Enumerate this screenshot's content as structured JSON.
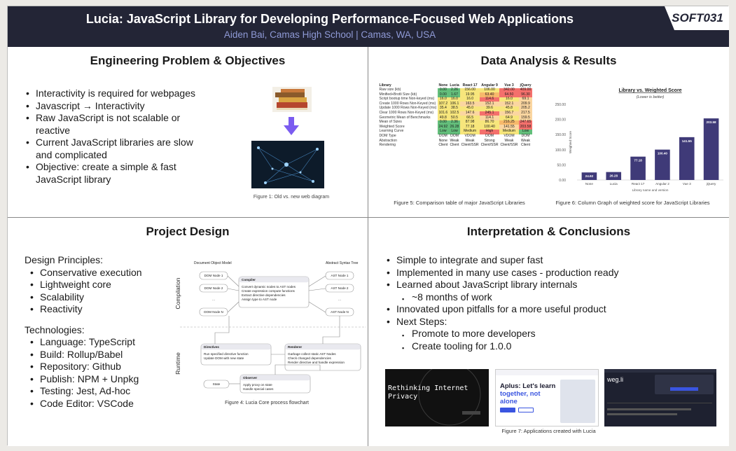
{
  "header": {
    "title": "Lucia: JavaScript Library for Developing Performance-Focused Web Applications",
    "subtitle": "Aiden Bai, Camas High School | Camas, WA, USA",
    "code": "SOFT031"
  },
  "problem": {
    "heading": "Engineering Problem & Objectives",
    "bullets": [
      "Interactivity is required for webpages",
      "Javascript → Interactivity",
      "Raw JavaScript is not scalable or reactive",
      "Current JavaScript libraries are slow and complicated",
      "Objective: create a simple & fast JavaScript library"
    ],
    "figure_caption": "Figure 1: Old vs. new web diagram"
  },
  "results": {
    "heading": "Data Analysis & Results",
    "table": {
      "columns": [
        "Library",
        "None",
        "Lucia",
        "React 17",
        "Angular 9",
        "Vue 3",
        "jQuery"
      ],
      "rows": [
        {
          "label": "Raw size (kb)",
          "cells": [
            "0.00",
            "2.26",
            "156.00",
            "106.00",
            "342.00",
            "409.00"
          ],
          "colors": [
            "g",
            "g",
            "y",
            "y",
            "r",
            "r"
          ]
        },
        {
          "label": "Minified+Brotli Size (kb)",
          "cells": [
            "0.00",
            "1.67",
            "19.95",
            "63.40",
            "64.50",
            "96.30"
          ],
          "colors": [
            "g",
            "g",
            "y",
            "o",
            "r",
            "r"
          ]
        },
        {
          "label": "Script bootup time Non-keyed (ms)",
          "cells": [
            "16.0",
            "16.0",
            "16.0",
            "114.6",
            "16.0",
            "69.1"
          ],
          "colors": [
            "y",
            "y",
            "y",
            "r",
            "y",
            "p"
          ]
        },
        {
          "label": "Create 1000 Rows Non-Keyed (ms)",
          "cells": [
            "107.2",
            "106.1",
            "163.5",
            "152.1",
            "152.1",
            "209.9"
          ],
          "colors": [
            "y",
            "y",
            "p",
            "p",
            "p",
            "p"
          ]
        },
        {
          "label": "Update 1000 Rows Non-Keyed (ms)",
          "cells": [
            "35.4",
            "38.5",
            "45.0",
            "39.6",
            "45.8",
            "205.2"
          ],
          "colors": [
            "y",
            "y",
            "y",
            "y",
            "y",
            "p"
          ]
        },
        {
          "label": "Clear 1000 Rows Non-Keyed (ms)",
          "cells": [
            "101.6",
            "102.5",
            "147.6",
            "245.1",
            "156.7",
            "217.5"
          ],
          "colors": [
            "y",
            "y",
            "p",
            "r",
            "p",
            "p"
          ]
        },
        {
          "label": "Geometric Mean of Benchmarks",
          "cells": [
            "49.8",
            "50.5",
            "66.5",
            "114.1",
            "64.9",
            "159.5"
          ],
          "colors": [
            "y",
            "y",
            "y",
            "p",
            "y",
            "p"
          ]
        },
        {
          "label": "Mean of Sizes",
          "cells": [
            "0.00",
            "2.36",
            "87.98",
            "86.70",
            "216.25",
            "247.65"
          ],
          "colors": [
            "g",
            "g",
            "y",
            "y",
            "o",
            "r"
          ]
        },
        {
          "label": "Weighted Score",
          "cells": [
            "24.92",
            "26.28",
            "77.18",
            "100.40",
            "141.55",
            "203.58"
          ],
          "colors": [
            "g",
            "g",
            "y",
            "y",
            "p",
            "r"
          ]
        },
        {
          "label": "Learning Curve",
          "cells": [
            "Low",
            "Low",
            "Medium",
            "High",
            "Medium",
            "Low"
          ],
          "colors": [
            "g",
            "g",
            "y",
            "r",
            "y",
            "g"
          ]
        },
        {
          "label": "DOM Type",
          "cells": [
            "DOM",
            "DOM",
            "VDOM",
            "DOM",
            "VDOM",
            "DOM"
          ],
          "colors": [
            "w",
            "w",
            "w",
            "w",
            "w",
            "w"
          ]
        },
        {
          "label": "Abstraction",
          "cells": [
            "None",
            "Weak",
            "Weak",
            "Strong",
            "Weak",
            "Weak"
          ],
          "colors": [
            "w",
            "w",
            "w",
            "w",
            "w",
            "w"
          ]
        },
        {
          "label": "Rendering",
          "cells": [
            "Client",
            "Client",
            "Client/SSR",
            "Client/SSR",
            "Client/SSR",
            "Client"
          ],
          "colors": [
            "w",
            "w",
            "w",
            "w",
            "w",
            "w"
          ]
        }
      ]
    },
    "table_caption": "Figure 5: Comparison table of major JavaScript Libraries",
    "chart_caption": "Figure 6: Column Graph of weighted score for JavaScript Libraries"
  },
  "chart_data": {
    "type": "bar",
    "title": "Library vs. Weighted Score",
    "subtitle": "(Lower is better)",
    "xlabel": "Library name and version",
    "ylabel": "Weighted Score",
    "categories": [
      "None",
      "Lucia",
      "React 17",
      "Angular 2",
      "Vue 3",
      "jQuery"
    ],
    "values": [
      24.92,
      26.28,
      77.18,
      100.4,
      141.55,
      203.58
    ],
    "ylim": [
      0,
      250
    ],
    "yticks": [
      0.0,
      50.0,
      100.0,
      150.0,
      200.0,
      250.0
    ],
    "bar_color": "#3f3a78",
    "grid": false
  },
  "design": {
    "heading": "Project Design",
    "principles_heading": "Design Principles:",
    "principles": [
      "Conservative execution",
      "Lightweight core",
      "Scalability",
      "Reactivity"
    ],
    "tech_heading": "Technologies:",
    "technologies": [
      "Language: TypeScript",
      "Build: Rollup/Babel",
      "Repository: Github",
      "Publish: NPM + Unpkg",
      "Testing: Jest, Ad-hoc",
      "Code Editor: VSCode"
    ],
    "flow": {
      "compilation_label": "Compilation",
      "runtime_label": "Runtime",
      "dom_model_label": "Document Object Model",
      "ast_label": "Abstract Syntax Tree",
      "dom_nodes": [
        "DOM Node 1",
        "DOM Node 2",
        "...",
        "DOM Node N"
      ],
      "ast_nodes": [
        "AST Node 1",
        "AST Node 2",
        "...",
        "AST Node N"
      ],
      "compiler_title": "Compiler",
      "compiler_items": [
        "Convert dynamic nodes to AST nodes",
        "Create expression compute functions",
        "Extract directive dependencies",
        "Assign type to AST node"
      ],
      "directives_title": "Directives",
      "directives_items": [
        "Run specified directive function",
        "Update DOM with new state"
      ],
      "renderer_title": "Renderer",
      "renderer_items": [
        "Garbage collect static AST Nodes",
        "Check changed dependencies",
        "Render directive and handle expression"
      ],
      "observer_title": "Observer",
      "observer_items": [
        "Apply proxy on state",
        "Handle special cases"
      ],
      "state_label": "State"
    },
    "figure_caption": "Figure 4: Lucia Core process flowchart"
  },
  "conclusions": {
    "heading": "Interpretation & Conclusions",
    "bullets": [
      "Simple to integrate and super fast",
      "Implemented in many use cases - production ready",
      "Learned about JavaScript library internals"
    ],
    "sub1": [
      "~8 months of work"
    ],
    "bullets2": [
      "Innovated upon pitfalls for a more useful product",
      "Next Steps:"
    ],
    "sub2": [
      "Promote to more developers",
      "Create tooling for 1.0.0"
    ],
    "screenshots": {
      "shot1_text": "Rethinking Internet Privacy",
      "shot2_text_a": "Aplus: Let's learn",
      "shot2_text_b": "together, not alone",
      "shot3_text": "weg.li"
    },
    "figure_caption": "Figure 7: Applications created with Lucia"
  }
}
